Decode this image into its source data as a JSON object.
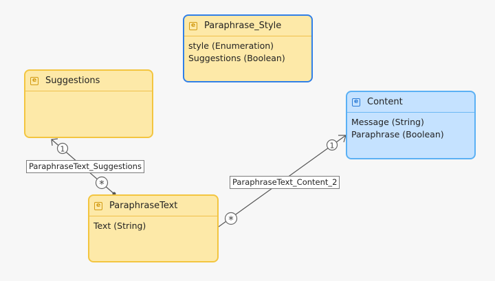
{
  "entities": {
    "paraphrase_style": {
      "name": "Paraphrase_Style",
      "attributes": [
        "style (Enumeration)",
        "Suggestions (Boolean)"
      ]
    },
    "suggestions": {
      "name": "Suggestions",
      "attributes": []
    },
    "content": {
      "name": "Content",
      "attributes": [
        "Message (String)",
        "Paraphrase (Boolean)"
      ]
    },
    "paraphrase_text": {
      "name": "ParaphraseText",
      "attributes": [
        "Text (String)"
      ]
    }
  },
  "icons": {
    "entity": "e"
  },
  "associations": {
    "suggestions_assoc": {
      "label": "ParaphraseText_Suggestions",
      "source_multiplicity": "*",
      "target_multiplicity": "1"
    },
    "content_assoc": {
      "label": "ParaphraseText_Content_2",
      "source_multiplicity": "*",
      "target_multiplicity": "1"
    }
  },
  "colors": {
    "entity_fill": "#fde9a8",
    "entity_border": "#f3c53f",
    "selected_border": "#2f7fe8",
    "persistent_fill": "#c5e2ff",
    "persistent_border": "#5ab0f4"
  }
}
